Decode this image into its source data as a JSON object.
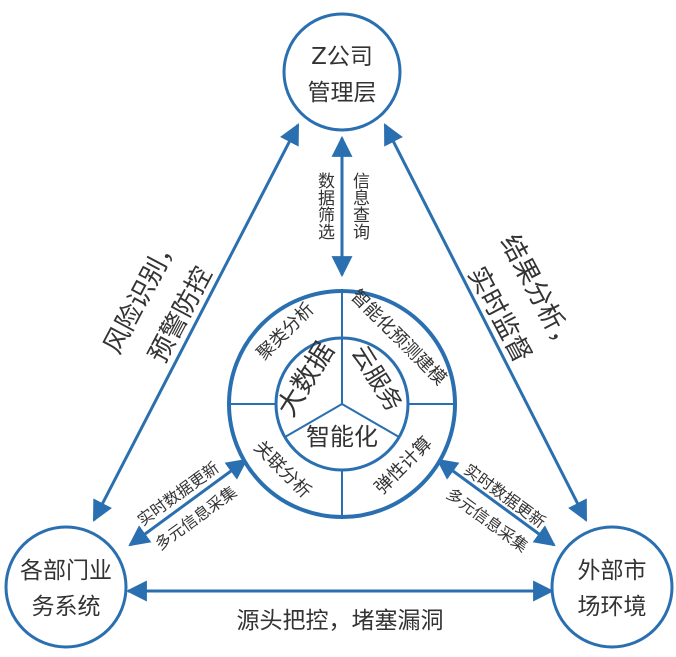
{
  "nodes": {
    "top": {
      "line1": "Z公司",
      "line2": "管理层"
    },
    "left": {
      "line1": "各部门业",
      "line2": "务系统"
    },
    "right": {
      "line1": "外部市",
      "line2": "场环境"
    }
  },
  "edges": {
    "left_outer": {
      "line1": "风险识别，",
      "line2": "预警防控"
    },
    "right_outer": {
      "line1": "结果分析，",
      "line2": "实时监督"
    },
    "bottom": "源头把控，堵塞漏洞",
    "vertical_left": "数据筛选",
    "vertical_right": "信息查询",
    "left_inner": {
      "line1": "实时数据更新",
      "line2": "多元信息采集"
    },
    "right_inner": {
      "line1": "实时数据更新",
      "line2": "多元信息采集"
    }
  },
  "center": {
    "core_left": "大数据",
    "core_right": "云服务",
    "core_bottom": "智能化",
    "ring_upper_left": "聚类分析",
    "ring_upper_right": "智能化预测建模",
    "ring_lower_left": "关联分析",
    "ring_lower_right": "弹性计算"
  },
  "colors": {
    "primary": "#2a6faf",
    "text": "#333333",
    "background": "#ffffff"
  }
}
